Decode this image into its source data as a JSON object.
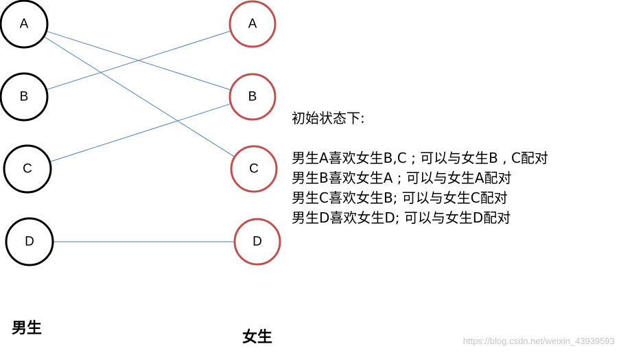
{
  "colors": {
    "boy_stroke": "#000000",
    "girl_stroke": "#c0504d",
    "edge": "#4a7ebb",
    "text": "#000000"
  },
  "boys": [
    "A",
    "B",
    "C",
    "D"
  ],
  "girls": [
    "A",
    "B",
    "C",
    "D"
  ],
  "edges": [
    {
      "from": "A",
      "to": "B"
    },
    {
      "from": "A",
      "to": "C"
    },
    {
      "from": "B",
      "to": "A"
    },
    {
      "from": "C",
      "to": "B"
    },
    {
      "from": "D",
      "to": "D"
    }
  ],
  "labels": {
    "boys": "男生",
    "girls": "女生"
  },
  "description": {
    "heading": "初始状态下:",
    "lines": [
      "男生A喜欢女生B,C ; 可以与女生B , C配对",
      "男生B喜欢女生A ; 可以与女生A配对",
      "男生C喜欢女生B; 可以与女生C配对",
      "男生D喜欢女生D; 可以与女生D配对"
    ]
  },
  "watermark": "https://blog.csdn.net/weixin_43939593"
}
